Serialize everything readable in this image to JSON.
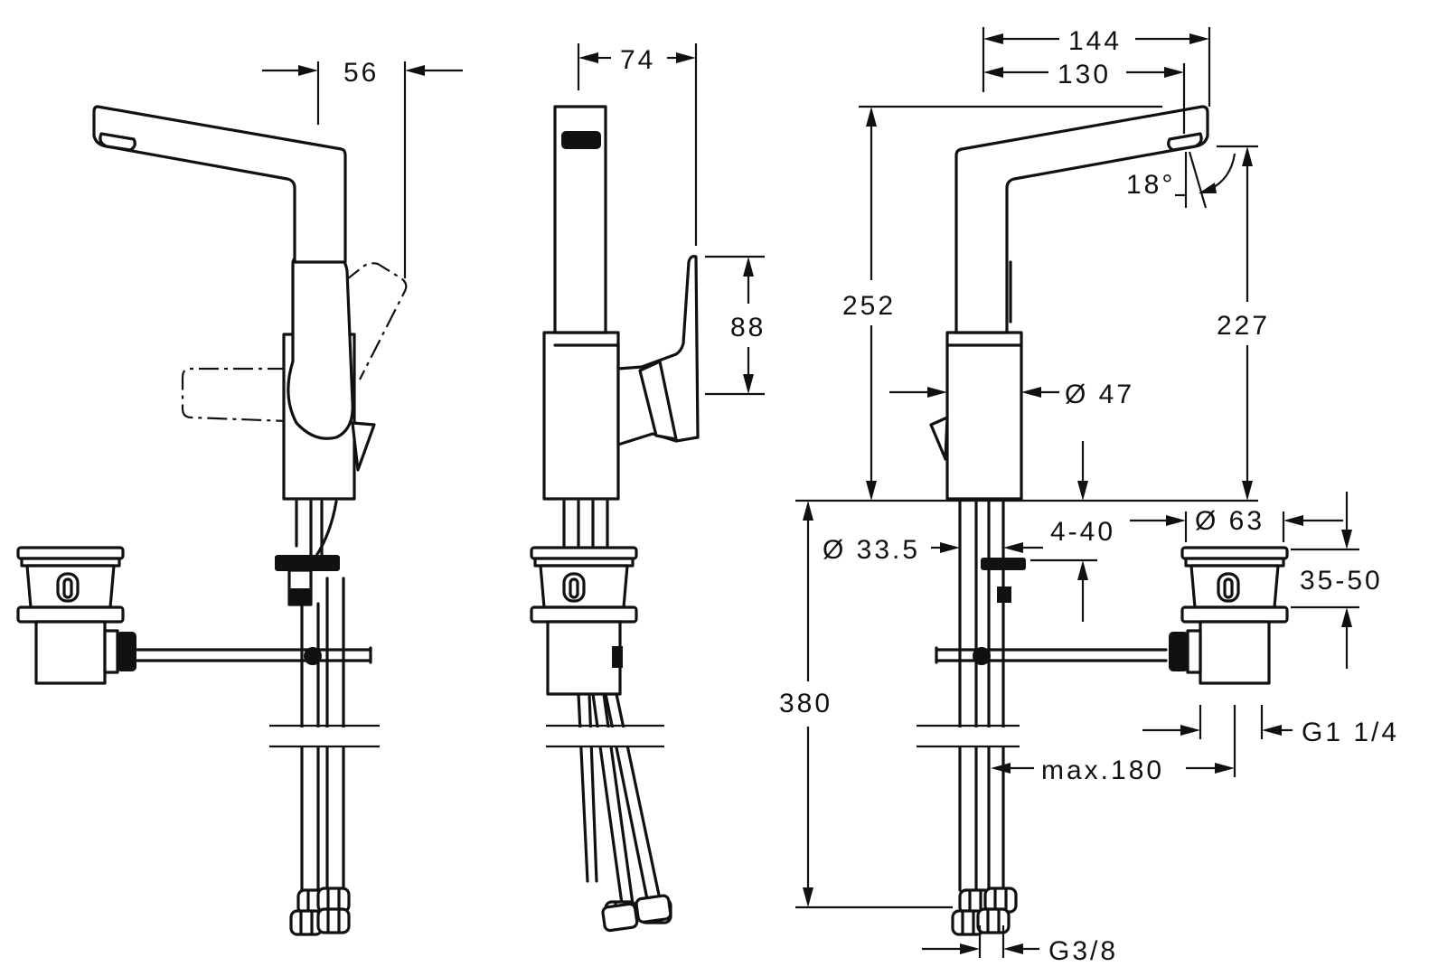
{
  "dimensions": {
    "spout_offset": "56",
    "body_depth": "74",
    "handle_height": "88",
    "overall_reach": "144",
    "spout_reach": "130",
    "spout_angle": "18°",
    "overall_height": "252",
    "outlet_height": "227",
    "body_diameter": "Ø 47",
    "shank_diameter": "Ø 33.5",
    "deck_thickness": "4-40",
    "waste_diameter": "Ø 63",
    "waste_height": "35-50",
    "hose_length": "380",
    "waste_thread": "G1 1/4",
    "max_length": "max.180",
    "connection_thread": "G3/8"
  }
}
